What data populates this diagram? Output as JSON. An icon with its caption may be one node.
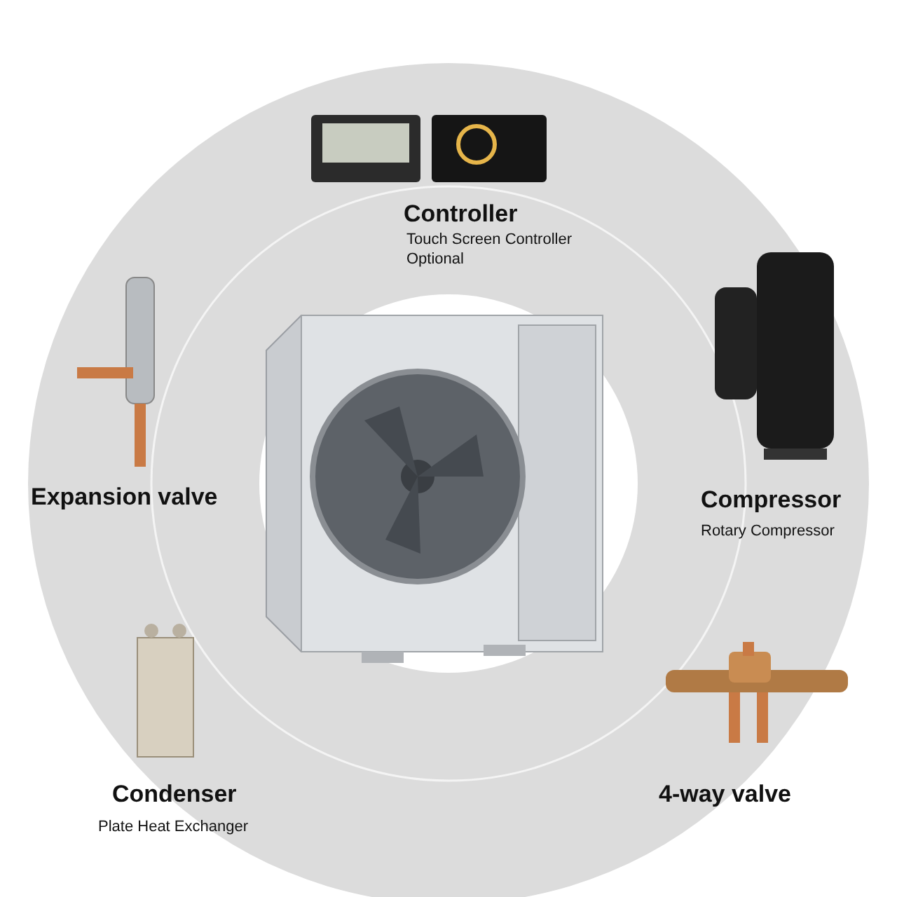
{
  "diagram": {
    "labels": [
      "Controller",
      "Touch Screen Controller Optional",
      "Expansion valve",
      "Compressor",
      "Rotary Compressor",
      "Condenser",
      "Plate Heat Exchanger",
      "4-way valve"
    ]
  }
}
